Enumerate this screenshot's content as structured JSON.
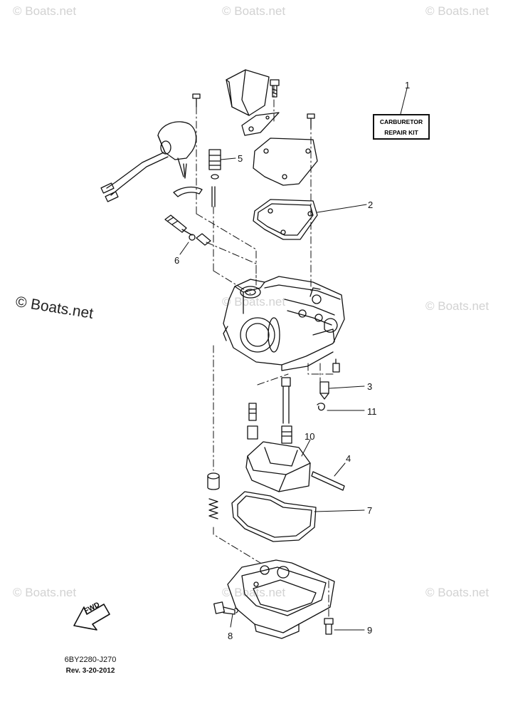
{
  "watermark": {
    "text": "© Boats.net",
    "large_text": "© Boats.net"
  },
  "repair_kit": {
    "line1": "CARBURETOR",
    "line2": "REPAIR KIT"
  },
  "callouts": [
    "1",
    "2",
    "3",
    "4",
    "5",
    "6",
    "7",
    "8",
    "9",
    "10",
    "11"
  ],
  "fwd_label": "FWD",
  "part_code": "6BY2280-J270",
  "revision": "Rev. 3-20-2012",
  "colors": {
    "line": "#111111",
    "watermark": "#d2d2d2"
  }
}
